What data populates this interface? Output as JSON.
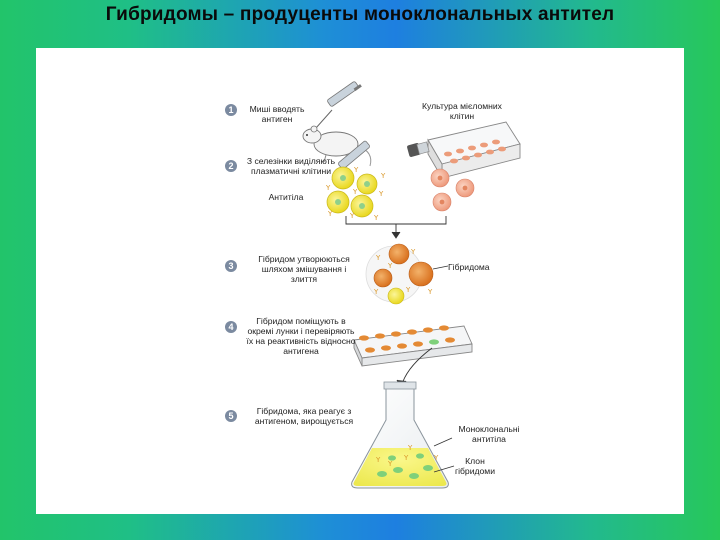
{
  "title": "Гибридомы – продуценты моноклональных антител",
  "steps": [
    {
      "number": "1",
      "text": "Миші вводять антиген"
    },
    {
      "number": "2",
      "text": "З селезінки виділяють плазматичні клітини"
    },
    {
      "number": "3",
      "text": "Гібридом утворюються шляхом змішування і злиття"
    },
    {
      "number": "4",
      "text": "Гібридом поміщують в окремі лунки і перевіряють їх на реактивність відносно антигена"
    },
    {
      "number": "5",
      "text": "Гібридома, яка реагує з антигеном, вирощується"
    }
  ],
  "labels": {
    "myeloma_culture": "Культура мієломних клітин",
    "antibodies": "Антитіла",
    "hybridoma": "Гібридома",
    "monoclonal_antibodies": "Моноклональні антитіла",
    "hybridoma_clone": "Клон гібридоми"
  },
  "colors": {
    "yellow_cell": "#f3e84a",
    "orange_cell": "#e48a34",
    "pink_cell": "#f4b59a",
    "green_cell": "#7fd07a",
    "antibody": "#d9982a",
    "step_badge": "#7b8aa0"
  }
}
